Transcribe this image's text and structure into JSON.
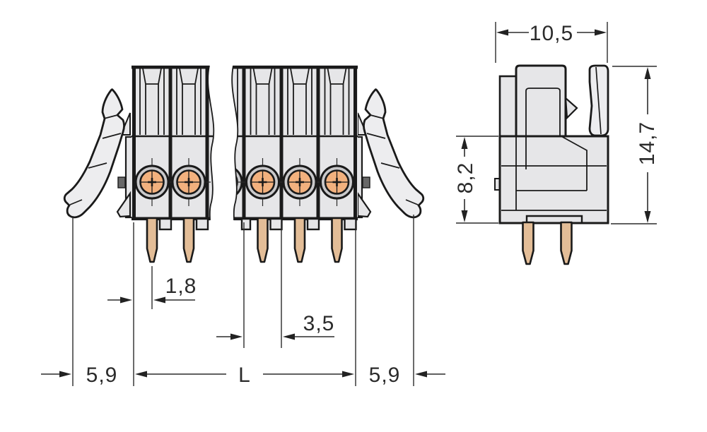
{
  "drawing": {
    "kind": "technical-dimension-drawing",
    "subject": "multi-pole terminal-block connector, front view with break and side view",
    "background": "#ffffff",
    "colors": {
      "body_gray": "#e6e6e8",
      "lever_gray": "#ededef",
      "annulus_gray": "#c9c9cb",
      "contact_orange": "#f2b17e",
      "pin_tan": "#e3bd97",
      "outline_black": "#1a1a1a",
      "hinge_dark": "#686868",
      "dimension_line": "#2b2b2b"
    },
    "dimensions": {
      "front": {
        "pin_to_edge": "1,8",
        "pole_pitch": "3,5",
        "overhang_left": "5,9",
        "total_length": "L",
        "overhang_right": "5,9"
      },
      "side": {
        "width": "10,5",
        "height_lower": "8,2",
        "height_total": "14,7"
      }
    }
  }
}
